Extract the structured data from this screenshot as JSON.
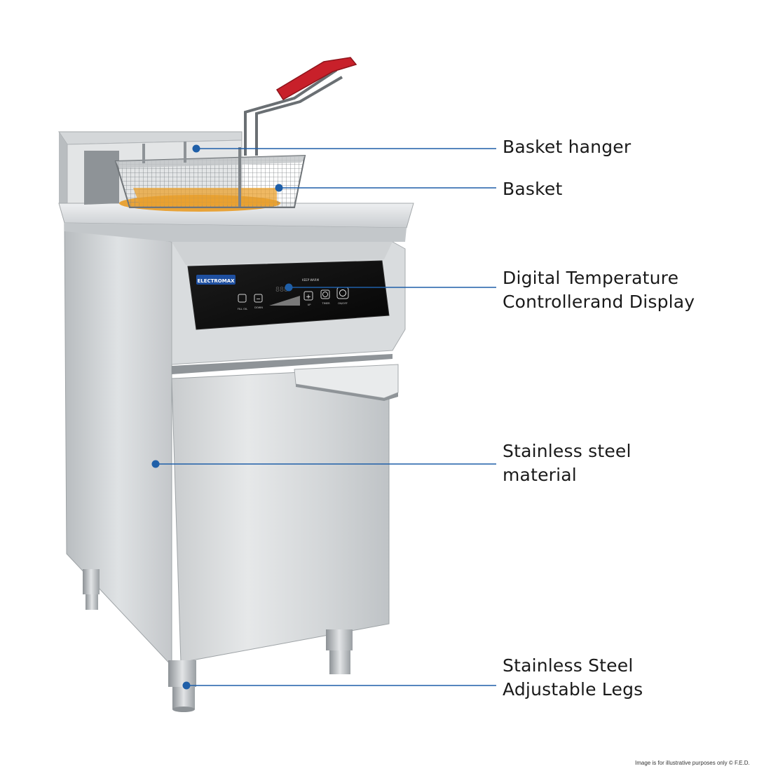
{
  "callouts": {
    "basket_hanger": "Basket hanger",
    "basket": "Basket",
    "controller_line1": "Digital Temperature",
    "controller_line2": "Controllerand Display",
    "steel_line1": "Stainless steel",
    "steel_line2": "material",
    "legs_line1": "Stainless Steel",
    "legs_line2": "Adjustable Legs"
  },
  "control_panel": {
    "brand": "ELECTROMAX",
    "keep_warm": "KEEP WARM",
    "fill_oil": "FILL OIL",
    "down": "DOWN",
    "up": "UP",
    "timer": "TIMER",
    "on_off": "ON/OFF",
    "display": "888"
  },
  "disclaimer": "Image is for illustrative purposes only  © F.E.D.",
  "colors": {
    "callout_line": "#1f5fa8",
    "callout_dot": "#1f5fa8",
    "handle_red": "#c8202a",
    "panel_black": "#141414",
    "brand_blue": "#1e4fa0"
  }
}
